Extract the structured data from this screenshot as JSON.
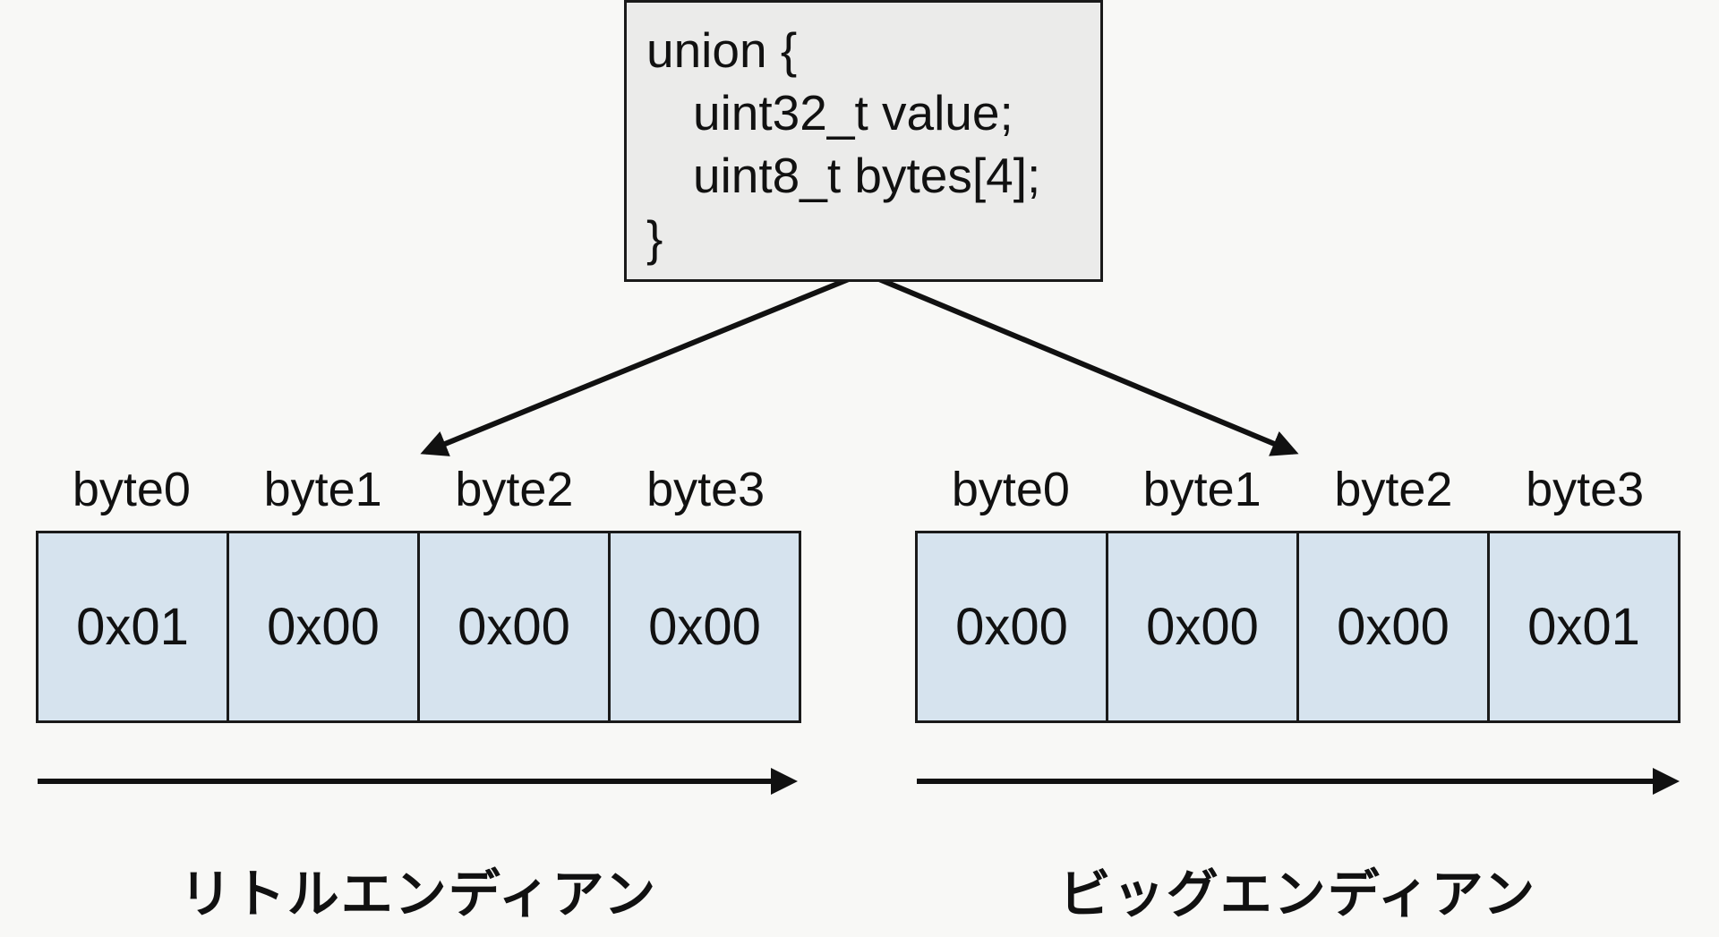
{
  "code": {
    "lines": [
      "union {",
      "uint32_t value;",
      "uint8_t bytes[4];",
      "}"
    ]
  },
  "little_endian": {
    "byte_labels": [
      "byte0",
      "byte1",
      "byte2",
      "byte3"
    ],
    "byte_values": [
      "0x01",
      "0x00",
      "0x00",
      "0x00"
    ],
    "caption": "リトルエンディアン"
  },
  "big_endian": {
    "byte_labels": [
      "byte0",
      "byte1",
      "byte2",
      "byte3"
    ],
    "byte_values": [
      "0x00",
      "0x00",
      "0x00",
      "0x01"
    ],
    "caption": "ビッグエンディアン"
  },
  "colors": {
    "cell_fill": "#d6e3ee",
    "code_box_fill": "#ebebea",
    "line": "#1a1a1a",
    "background": "#f8f8f6"
  }
}
